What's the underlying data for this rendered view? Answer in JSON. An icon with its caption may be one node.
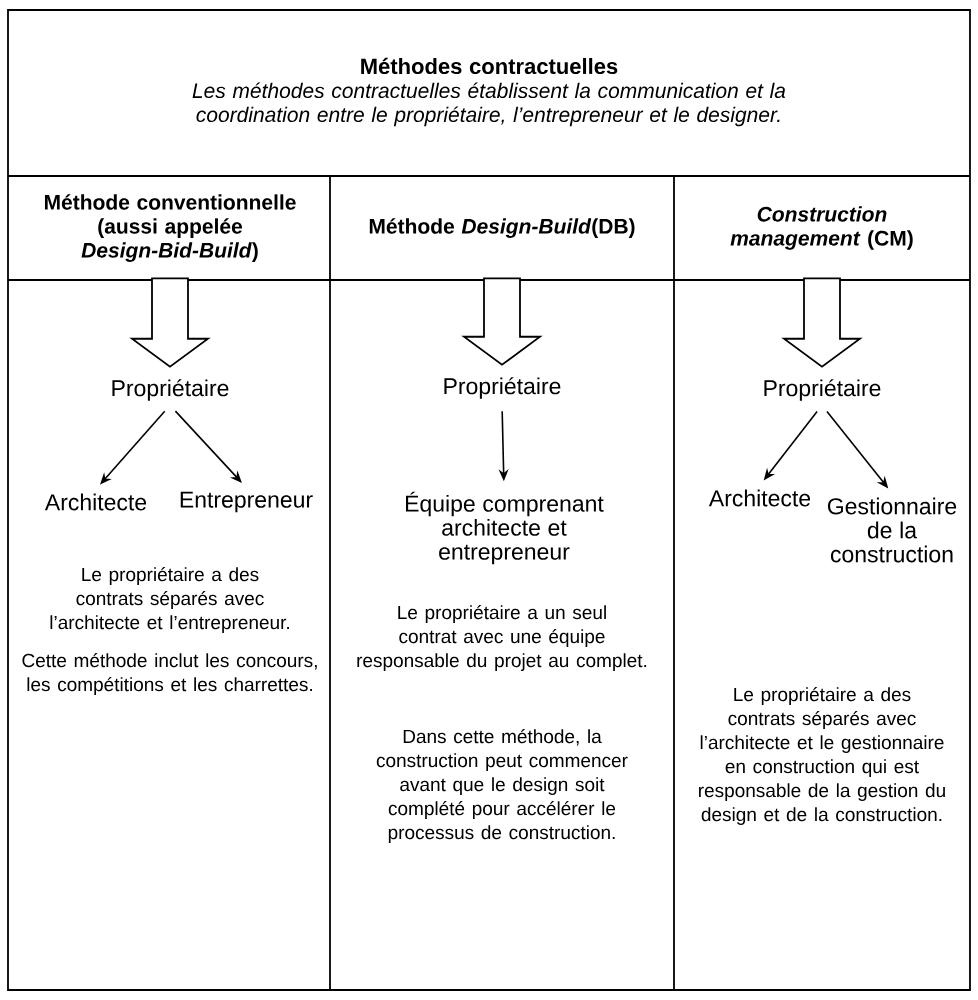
{
  "diagram": {
    "nodes": [
      {
        "text": [
          "Méthodes contractuelles",
          "Les méthodes contractuelles établissent la communication et la coordination entre le propriétaire, l’entrepreneur et le designer."
        ]
      },
      {
        "text": [
          "Méthode conventionnelle (aussi appelée *Design-Bid-Build*)"
        ]
      },
      {
        "text": [
          "Méthode *Design-Build*(DB)"
        ]
      },
      {
        "text": [
          "*Construction management* (CM)"
        ]
      },
      {
        "text": [
          "Propriétaire"
        ]
      },
      {
        "text": [
          "Architecte"
        ]
      },
      {
        "text": [
          "Entrepreneur"
        ]
      },
      {
        "text": [
          "Propriétaire"
        ]
      },
      {
        "text": [
          "Équipe comprenant architecte et entrepreneur"
        ]
      },
      {
        "text": [
          "Propriétaire"
        ]
      },
      {
        "text": [
          "Architecte"
        ]
      },
      {
        "text": [
          "Gestionnaire de la construction"
        ]
      }
    ],
    "edges": [
      {
        "from": 1,
        "to": 4,
        "arrow": "to",
        "style": "thick"
      },
      {
        "from": 4,
        "to": 5,
        "arrow": "to"
      },
      {
        "from": 4,
        "to": 6,
        "arrow": "to"
      },
      {
        "from": 2,
        "to": 7,
        "arrow": "to",
        "style": "thick"
      },
      {
        "from": 7,
        "to": 8,
        "arrow": "to"
      },
      {
        "from": 3,
        "to": 9,
        "arrow": "to",
        "style": "thick"
      },
      {
        "from": 9,
        "to": 10,
        "arrow": "to"
      },
      {
        "from": 9,
        "to": 11,
        "arrow": "to"
      }
    ],
    "labels": [
      "Le propriétaire a des contrats séparés avec l’architecte et l’entrepreneur.",
      "Cette méthode inclut les concours, les compétitions et les charrettes.",
      "Le propriétaire a un seul contrat avec une équipe responsable du projet au complet.",
      "Dans cette méthode, la construction peut commencer avant que le design soit complété pour accélérer le processus de construction.",
      "Le propriétaire a des contrats séparés avec l’architecte et le gestionnaire en construction qui est responsable de la gestion du design et de la construction."
    ]
  }
}
